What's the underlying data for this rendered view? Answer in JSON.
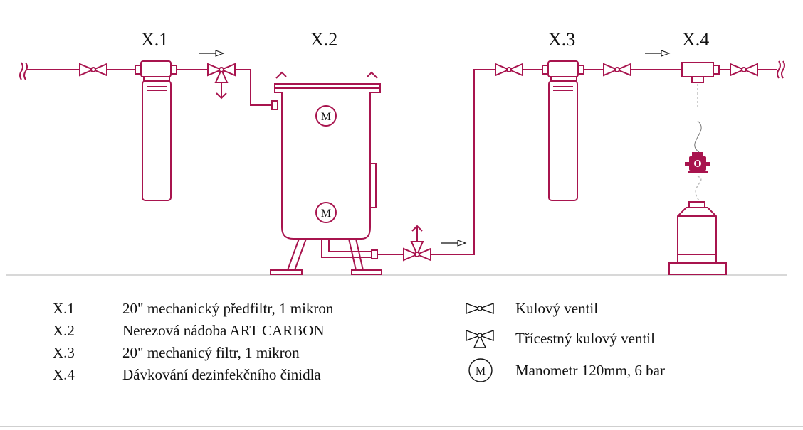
{
  "diagram": {
    "units": [
      {
        "code": "X.1",
        "description": "20\" mechanický předfiltr, 1 mikron"
      },
      {
        "code": "X.2",
        "description": "Nerezová nádoba ART CARBON"
      },
      {
        "code": "X.3",
        "description": "20\" mechanicý filtr, 1 mikron"
      },
      {
        "code": "X.4",
        "description": "Dávkování dezinfekčního činidla"
      }
    ],
    "gauge_symbol": "M",
    "symbol_legend": [
      {
        "icon": "ball-valve-icon",
        "label": "Kulový ventil"
      },
      {
        "icon": "three-way-ball-valve-icon",
        "label": "Třícestný kulový ventil"
      },
      {
        "icon": "manometer-icon",
        "label": "Manometr 120mm, 6 bar"
      }
    ]
  },
  "colors": {
    "pipe": "#a8144e",
    "text": "#111111",
    "ground": "#b0b0b0"
  }
}
